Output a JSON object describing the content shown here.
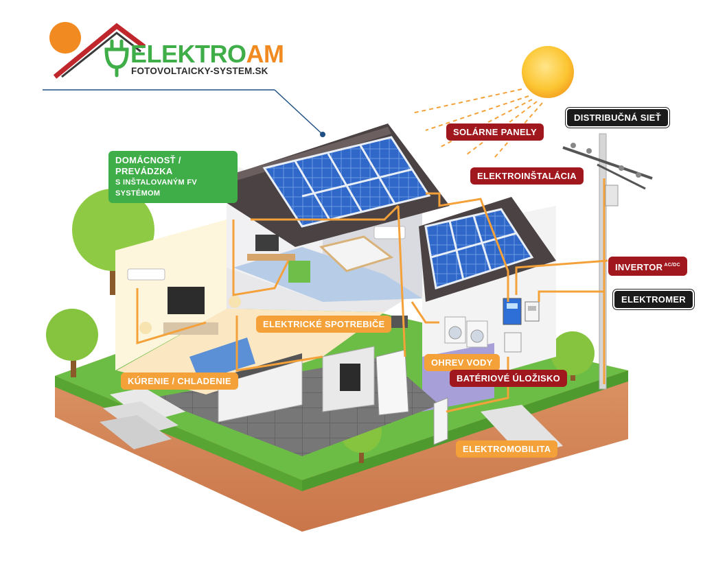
{
  "logo": {
    "brand_primary": "ELEKTRO",
    "brand_secondary": "AM",
    "website": "FOTOVOLTAICKY-SYSTEM.SK",
    "colors": {
      "primary": "#3fae49",
      "secondary": "#f18a20",
      "roof": "#c0272d"
    }
  },
  "labels": {
    "household": {
      "line1": "DOMÁCNOSŤ / PREVÁDZKA",
      "line2": "S INŠTALOVANÝM FV SYSTÉMOM"
    },
    "solar_panels": "SOLÁRNE PANELY",
    "wiring": "ELEKTROINŠTALÁCIA",
    "grid": "DISTRIBUČNÁ SIEŤ",
    "inverter": "INVERTOR",
    "inverter_sup": "AC/DC",
    "meter": "ELEKTROMER",
    "appliances": "ELEKTRICKÉ SPOTREBIČE",
    "hvac": "KÚRENIE / CHLADENIE",
    "water_heating": "OHREV VODY",
    "battery": "BATÉRIOVÉ ÚLOŽISKO",
    "emobility": "ELEKTROMOBILITA"
  },
  "colors": {
    "label_red": "#a0171d",
    "label_orange": "#f4a13a",
    "label_black": "#1b1b1b",
    "label_green": "#3fae49",
    "wire": "#f4a13a",
    "grass": "#6cbd45",
    "soil": "#d98a5a",
    "sun": "#fbc02d"
  }
}
